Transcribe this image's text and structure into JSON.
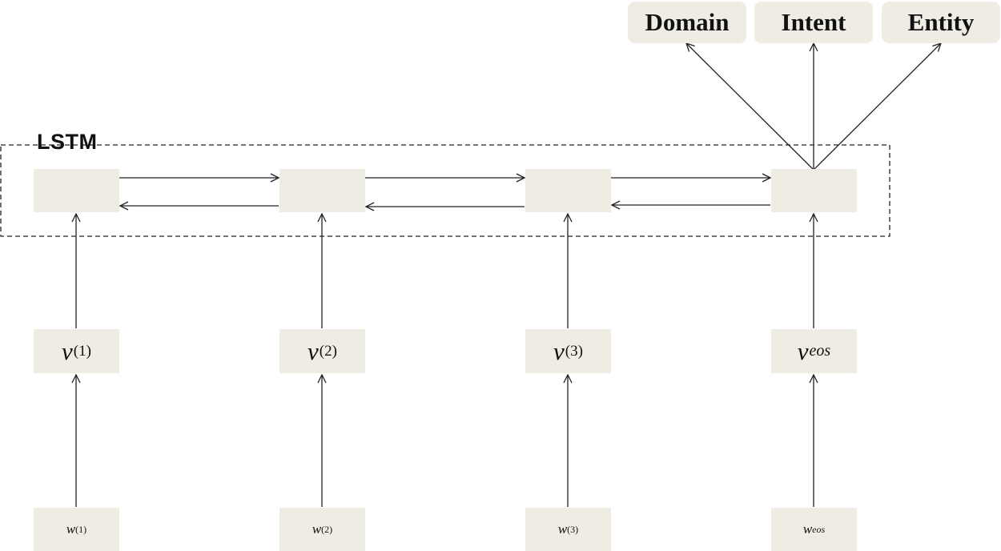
{
  "outputs": [
    {
      "id": "domain",
      "label": "Domain"
    },
    {
      "id": "intent",
      "label": "Intent"
    },
    {
      "id": "entity",
      "label": "Entity"
    }
  ],
  "lstm": {
    "label": "LSTM"
  },
  "vectors": [
    {
      "base": "v",
      "sup": "(1)",
      "sub": ""
    },
    {
      "base": "v",
      "sup": "(2)",
      "sub": ""
    },
    {
      "base": "v",
      "sup": "(3)",
      "sub": ""
    },
    {
      "base": "v",
      "sup": "",
      "sub": "eos"
    }
  ],
  "words": [
    {
      "base": "w",
      "sup": "(1)",
      "sub": ""
    },
    {
      "base": "w",
      "sup": "(2)",
      "sub": ""
    },
    {
      "base": "w",
      "sup": "(3)",
      "sub": ""
    },
    {
      "base": "w",
      "sup": "",
      "sub": "eos"
    }
  ],
  "colors": {
    "box_fill": "#efece3",
    "line": "#222222"
  }
}
